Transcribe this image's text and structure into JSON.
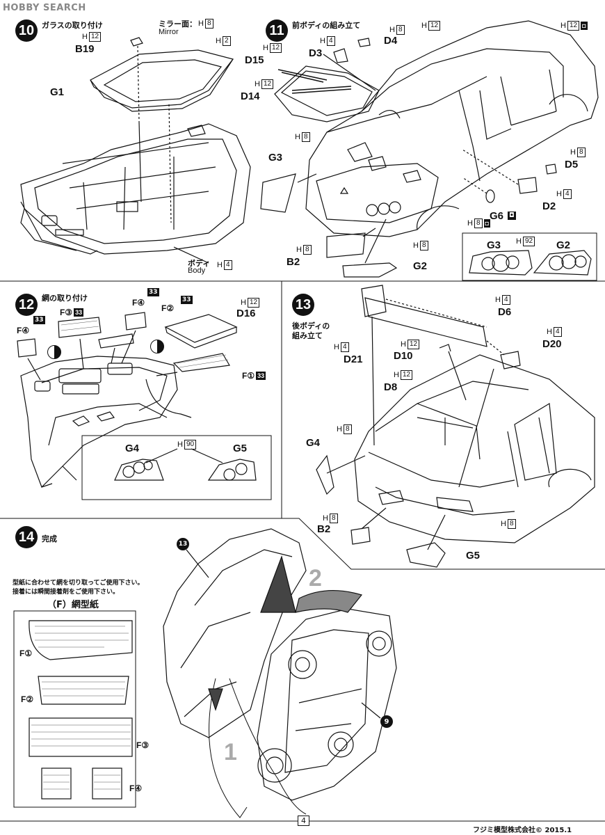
{
  "watermark": "HOBBY SEARCH",
  "steps": {
    "s10": {
      "num": "10",
      "title": "ガラスの取り付け"
    },
    "s11": {
      "num": "11",
      "title": "前ボディの組み立て"
    },
    "s12": {
      "num": "12",
      "title": "網の取り付け"
    },
    "s13": {
      "num": "13",
      "title": "後ボディの",
      "title2": "組み立て"
    },
    "s14": {
      "num": "14",
      "title": "完成"
    }
  },
  "s10": {
    "mirror_jp": "ミラー面：",
    "mirror_code": "H",
    "mirror_num": "8",
    "mirror_en": "Mirror",
    "b19_code": "H",
    "b19_num": "12",
    "b19": "B19",
    "h2_code": "H",
    "h2_num": "2",
    "g1": "G1",
    "body_jp": "ボディ",
    "body_en": "Body",
    "body_code": "H",
    "body_num": "4"
  },
  "s11": {
    "d4": "D4",
    "d4_code": "H",
    "d4_num": "4",
    "d3": "D3",
    "d3_code": "H",
    "d3_num": "8",
    "d15": "D15",
    "d15_code": "H",
    "d15_num": "12",
    "d14": "D14",
    "d14_code": "H",
    "d14_num": "12",
    "top_code": "H",
    "top_num": "12",
    "right_code": "H",
    "right_num": "12",
    "g3": "G3",
    "h8a_code": "H",
    "h8a_num": "8",
    "d5": "D5",
    "d5_code": "H",
    "d5_num": "8",
    "d2": "D2",
    "d2_code": "H",
    "d2_num": "4",
    "g6": "G6",
    "g6_code": "H",
    "g6_num": "8",
    "b2": "B2",
    "b2_code": "H",
    "b2_num": "8",
    "g2": "G2",
    "h8b_code": "H",
    "h8b_num": "8",
    "inset_g3": "G3",
    "inset_g2": "G2",
    "inset_code": "H",
    "inset_num": "92"
  },
  "s12": {
    "f3": "F③",
    "f3_badge": "33",
    "f4a": "F④",
    "f4a_badge": "33",
    "f2": "F②",
    "f2_badge": "33",
    "f4b": "F④",
    "f4b_badge": "33",
    "f1": "F①",
    "f1_badge": "33",
    "d16": "D16",
    "d16_code": "H",
    "d16_num": "12",
    "g4": "G4",
    "g5": "G5",
    "inset_code": "H",
    "inset_num": "90"
  },
  "s13": {
    "d6": "D6",
    "d6_code": "H",
    "d6_num": "4",
    "d20": "D20",
    "d20_code": "H",
    "d20_num": "4",
    "d21": "D21",
    "d21_code": "H",
    "d21_num": "4",
    "d10": "D10",
    "d10_code": "H",
    "d10_num": "12",
    "d8": "D8",
    "d8_code": "H",
    "d8_num": "12",
    "g4": "G4",
    "h8_code": "H",
    "h8_num": "8",
    "b2": "B2",
    "b2_code": "H",
    "b2_num": "8",
    "g5": "G5",
    "h8b_code": "H",
    "h8b_num": "8"
  },
  "s14": {
    "note1": "型紙に合わせて網を切り取ってご使用下さい。",
    "note2": "接着には瞬間接着剤をご使用下さい。",
    "template_title": "（F）網型紙",
    "f1": "F①",
    "f2": "F②",
    "f3": "F③",
    "f4": "F④",
    "callout13": "13",
    "callout9": "9",
    "arrow1": "1",
    "arrow2": "2"
  },
  "footer": {
    "page": "4",
    "company": "フジミ模型株式会社©  2015.1"
  }
}
